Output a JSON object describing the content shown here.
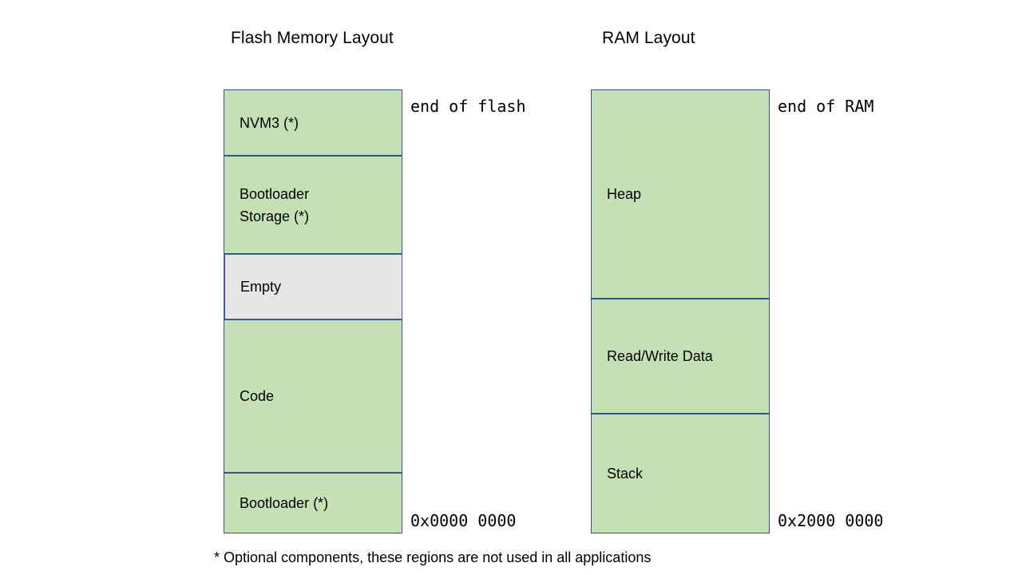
{
  "diagram": {
    "columns": [
      {
        "id": "flash",
        "title": "Flash Memory Layout",
        "top_label": "end of flash",
        "bottom_label": "0x0000 0000",
        "blocks": [
          {
            "label": "NVM3 (*)",
            "fill": "#C5E0B4",
            "optional": true
          },
          {
            "label": "Bootloader\nStorage (*)",
            "fill": "#C5E0B4",
            "optional": true
          },
          {
            "label": "Empty",
            "fill": "#E7E6E6",
            "optional": false
          },
          {
            "label": "Code",
            "fill": "#C5E0B4",
            "optional": false
          },
          {
            "label": "Bootloader (*)",
            "fill": "#C5E0B4",
            "optional": true
          }
        ]
      },
      {
        "id": "ram",
        "title": "RAM Layout",
        "top_label": "end of RAM",
        "bottom_label": "0x2000 0000",
        "blocks": [
          {
            "label": "Heap",
            "fill": "#C5E0B4",
            "optional": false
          },
          {
            "label": "Read/Write Data",
            "fill": "#C5E0B4",
            "optional": false
          },
          {
            "label": "Stack",
            "fill": "#C5E0B4",
            "optional": false
          }
        ]
      }
    ],
    "footnote": "* Optional components, these regions are not used in all applications",
    "colors": {
      "region_green": "#C5E0B4",
      "region_gray": "#E7E6E6",
      "border_navy": "#2E5496",
      "text": "#000000",
      "background": "#FFFFFF"
    }
  }
}
